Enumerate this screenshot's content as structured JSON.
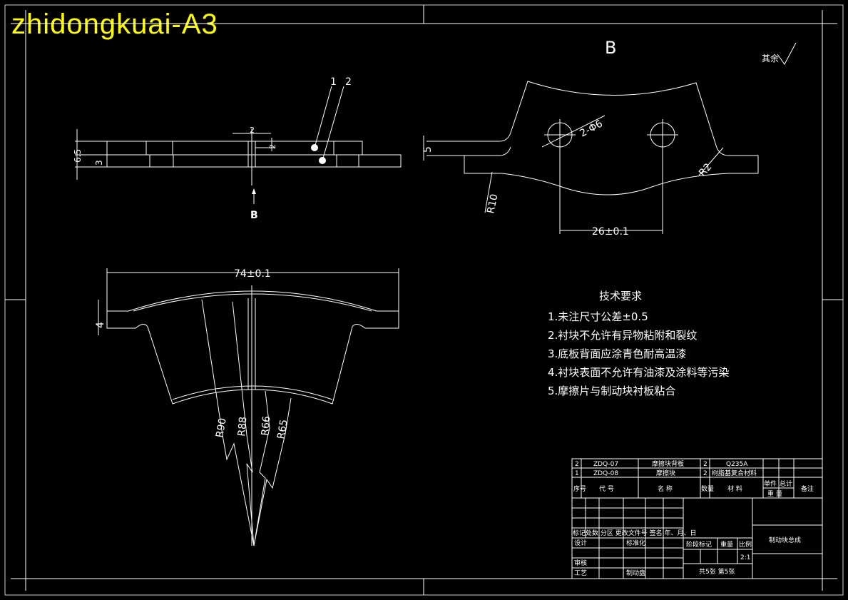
{
  "watermark": "zhidongkuai-A3",
  "view_label": "B",
  "section_arrow_label": "B",
  "roughness_label": "其余",
  "part_markers": [
    "1",
    "2"
  ],
  "dims": {
    "thick_65": "6.5",
    "thick_3": "3",
    "small_2a": "2",
    "small_2b": "2",
    "height_5": "5",
    "holes": "2-Φ6",
    "r2": "R2",
    "r10": "R10",
    "spacing": "26±0.1",
    "width": "74±0.1",
    "h4": "4",
    "r90": "R90",
    "r88": "R88",
    "r66": "R66",
    "r65": "R65"
  },
  "tech_req": {
    "title": "技术要求",
    "items": [
      "1.未注尺寸公差±0.5",
      "2.衬块不允许有异物粘附和裂纹",
      "3.底板背面应涂青色耐高温漆",
      "4.衬块表面不允许有油漆及涂料等污染",
      "5.摩擦片与制动块衬板粘合"
    ]
  },
  "bom": [
    {
      "no": "2",
      "code": "ZDQ-07",
      "name": "摩擦块背板",
      "qty": "2",
      "material": "Q235A"
    },
    {
      "no": "1",
      "code": "ZDQ-08",
      "name": "摩擦块",
      "qty": "2",
      "material": "树脂基复合材料"
    }
  ],
  "bom_header": {
    "no": "序号",
    "code": "代 号",
    "name": "名 称",
    "qty": "数量",
    "material": "材 料",
    "unit_weight": "单件",
    "total_weight": "总计",
    "weight": "重 量",
    "remark": "备注"
  },
  "title_block": {
    "revision_row": "标记处数 分区 更改文件号 签名 年、月、日",
    "design": "设计",
    "standardize": "标准化",
    "review": "审核",
    "process": "工艺",
    "approve": "制动盘",
    "stage_mark": "阶段标记",
    "weight": "重量",
    "scale": "比例",
    "scale_value": "2:1",
    "sheets": "共5张 第5张",
    "drawing_name": "制动块总成"
  }
}
